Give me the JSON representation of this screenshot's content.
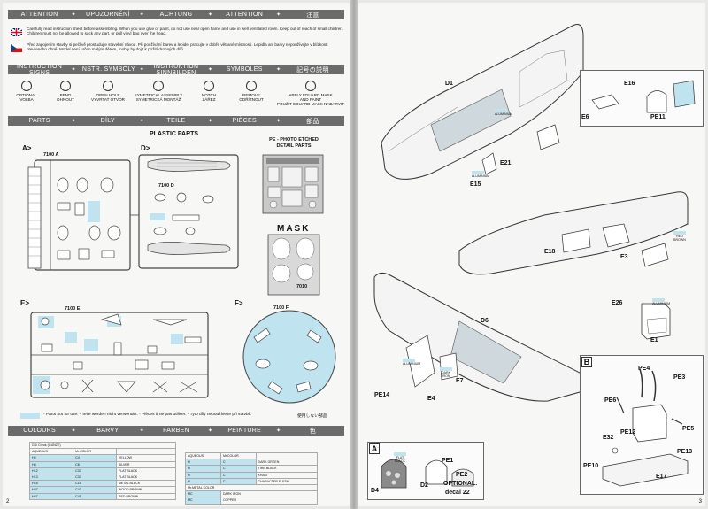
{
  "left_page": {
    "attention_bar": [
      "ATTENTION",
      "UPOZORNĚNÍ",
      "ACHTUNG",
      "ATTENTION",
      "注意"
    ],
    "warning_en": "Carefully read instruction sheet before assembling. When you use glue or paint, do not use near open flame and use in well ventilated room. Keep out of reach of small children. Children must not be allowed to suck any part, or pull vinyl bag over the head.",
    "warning_cz": "Před zapojením stavby si pečlivě prostudujte stavební návod. Při používání barev a lepidel pracujte v dobře větrané místnosti. Lepidla ani barvy nepoužívejte v blízkosti otevřeného ohně. Model není určen malým dětem, mohly by dojít k požití drobných dílů.",
    "flag_colors": {
      "uk_red": "#c8102e",
      "uk_blue": "#012169",
      "cz_blue": "#11457e",
      "cz_red": "#d7141a"
    },
    "instruction_bar": [
      "INSTRUCTION SIGNS",
      "INSTR. SYMBOLY",
      "INSTRUKTION SINNBILDEN",
      "SYMBOLES",
      "記号の説明"
    ],
    "symbols": [
      {
        "l1": "OPTIONAL",
        "l2": "VOLBA",
        "l3": ""
      },
      {
        "l1": "BEND",
        "l2": "OHNOUT",
        "l3": ""
      },
      {
        "l1": "OPEN HOLE",
        "l2": "VYVRTAT OTVOR",
        "l3": ""
      },
      {
        "l1": "SYMETRICAL ASSEMBLY",
        "l2": "SYMETRICKÁ MONTÁŽ",
        "l3": ""
      },
      {
        "l1": "NOTCH",
        "l2": "ZÁŘEZ",
        "l3": ""
      },
      {
        "l1": "REMOVE",
        "l2": "ODŘÍZNOUT",
        "l3": ""
      },
      {
        "l1": "APPLY EDUARD MASK",
        "l2": "AND PAINT",
        "l3": "POUŽÍT EDUARD MASK NABARVIT"
      }
    ],
    "parts_bar": [
      "PARTS",
      "DÍLY",
      "TEILE",
      "PIÈCES",
      "部品"
    ],
    "plastic_parts": "PLASTIC PARTS",
    "pe_title_1": "PE - PHOTO ETCHED",
    "pe_title_2": "DETAIL PARTS",
    "mask_label": "MASK",
    "mask_code": "7010",
    "sprues": {
      "a_label": "A>",
      "a_code": "7100 A",
      "d_label": "D>",
      "d_code": "7100 D",
      "e_label": "E>",
      "e_code": "7100 E",
      "f_label": "F>",
      "f_code": "7100 F"
    },
    "not_for_use": "- Parts not for use. - Teile werden nicht verwendet. - Pièces à ne pas utiliser. - Tyto díly nepoužívejte při stavbě.",
    "not_for_use_jp": "使用しない部品",
    "colours_bar": [
      "COLOURS",
      "BARVY",
      "FARBEN",
      "PEINTURE",
      "色"
    ],
    "color_table_left": {
      "header": [
        "GSi Creos (GUNZE)",
        ""
      ],
      "subheader": [
        "AQUEOUS",
        "Mr.COLOR",
        ""
      ],
      "rows": [
        [
          "H4",
          "C4",
          "YELLOW"
        ],
        [
          "H8",
          "C8",
          "SILVER"
        ],
        [
          "H12",
          "C33",
          "FLAT BLACK"
        ],
        [
          "H13",
          "C33",
          "FLAT BLACK"
        ],
        [
          "H18",
          "C18",
          "METAL BLACK"
        ],
        [
          "H37",
          "C43",
          "WOOD BROWN"
        ],
        [
          "H47",
          "C41",
          "RED BROWN"
        ]
      ]
    },
    "color_table_right": {
      "subheader": [
        "AQUEOUS",
        "Mr.COLOR",
        ""
      ],
      "rows": [
        [
          "H",
          "C",
          "DARK GREEN"
        ],
        [
          "H",
          "C",
          "TIRE BLACK"
        ],
        [
          "H",
          "C",
          "KHAKI"
        ],
        [
          "H",
          "C",
          "CHARACTER FLESH"
        ]
      ],
      "metal_header": "Mr.METAL COLOR",
      "metal_rows": [
        [
          "MC",
          "DARK IRON"
        ],
        [
          "MC",
          "COPPER"
        ]
      ]
    },
    "page_number": "2"
  },
  "right_page": {
    "labels": {
      "d1": "D1",
      "e16": "E16",
      "e6": "E6",
      "pe11": "PE11",
      "e21": "E21",
      "e15": "E15",
      "e18": "E18",
      "e3": "E3",
      "d6": "D6",
      "e26": "E26",
      "e1": "E1",
      "e7": "E7",
      "e4": "E4",
      "pe14": "PE14",
      "pe4": "PE4",
      "pe3": "PE3",
      "pe6": "PE6",
      "pe12": "PE12",
      "pe5": "PE5",
      "e32": "E32",
      "pe13": "PE13",
      "pe10": "PE10",
      "e17": "E17",
      "pe1": "PE1",
      "pe2": "PE2",
      "d4": "D4",
      "d2": "D2"
    },
    "optional": "OPTIONAL:",
    "decal": "decal 22",
    "box_a": "A",
    "box_b": "B",
    "color_tags": {
      "aluminium": "ALUMINIUM",
      "red_brown": "RED BROWN",
      "flat_black": "FLAT BLACK",
      "dark_iron": "DARK IRON"
    },
    "page_number": "3"
  },
  "colors": {
    "bar": "#6b6b6b",
    "highlight": "#bfe3ef",
    "line": "#333333"
  }
}
